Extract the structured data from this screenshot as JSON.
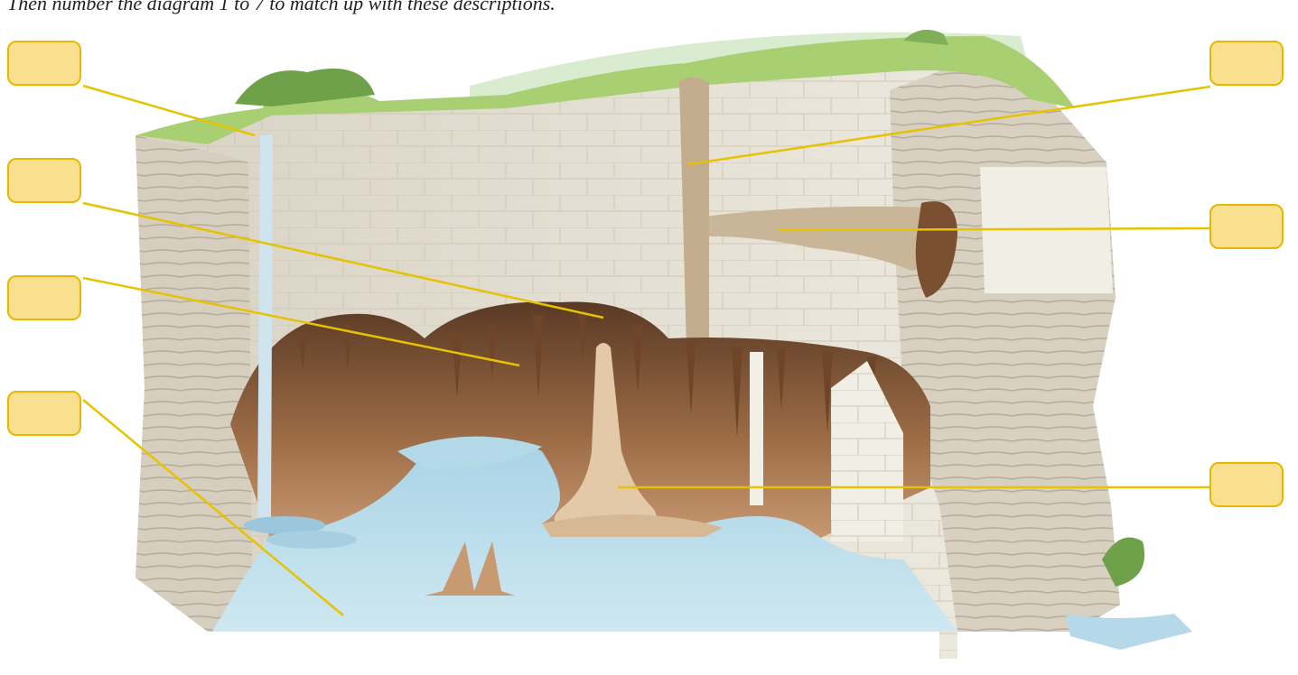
{
  "instruction": "Then number the diagram 1 to 7 to match up with these descriptions.",
  "colors": {
    "label_fill": "#f9e08e",
    "label_border": "#e6b800",
    "leader_line": "#e6c200",
    "water": "#b7dcea",
    "rock": "#ece8dc",
    "grass": "#a9cf73",
    "cave": "#8a5a38"
  },
  "labels": [
    {
      "id": "label-1",
      "value": ""
    },
    {
      "id": "label-2",
      "value": ""
    },
    {
      "id": "label-3",
      "value": ""
    },
    {
      "id": "label-4",
      "value": ""
    },
    {
      "id": "label-5",
      "value": ""
    },
    {
      "id": "label-6",
      "value": ""
    },
    {
      "id": "label-7",
      "value": ""
    }
  ]
}
